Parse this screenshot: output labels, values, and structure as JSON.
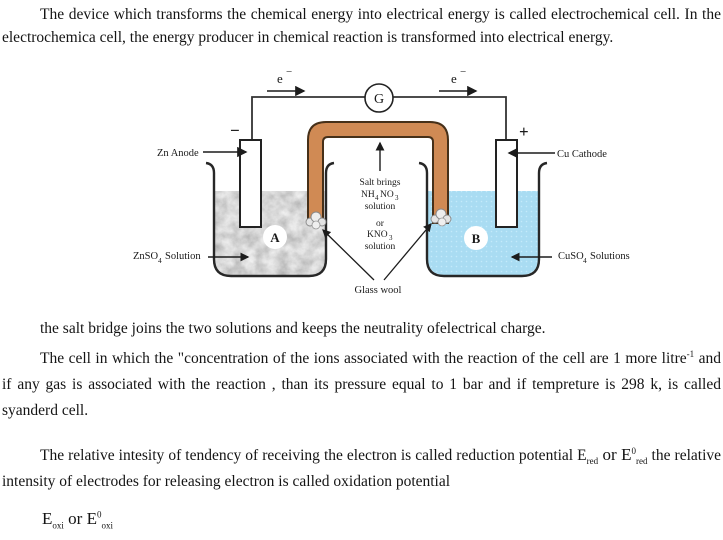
{
  "colors": {
    "salt_bridge": "#d08a54",
    "znso4_solution": "#c6c6c6",
    "cuso4_solution": "#a9dcf2"
  },
  "paragraphs": {
    "intro": "The device which transforms the chemical energy into electrical energy is called electrochemical cell. In the electrochemica cell, the energy producer in chemical reaction is transformed into electrical energy.",
    "salt_bridge_note": "the salt bridge joins the two solutions and keeps the neutrality ofelectrical charge.",
    "standard_cell": {
      "part1": "The cell in which the \"concentration of the ions associated with the reaction of the cell are 1 more litre",
      "sup": "-1",
      "part2": " and if any gas is associated with the reaction , than its pressure equal to 1 bar and if tempreture is 298 k, is called syanderd cell."
    },
    "reduction": {
      "part1": "The relative intesity of tendency of receiving the electron is called reduction potential E",
      "sub1": "red",
      "part2": " or E",
      "sup1": "0",
      "sub2": "red",
      "part3": " the relative intensity of electrodes for releasing electron is called oxidation potential"
    },
    "oxidation": {
      "e1": "E",
      "sub1": "oxi",
      "mid": " or E",
      "sup1": "0",
      "sub2": "oxi"
    }
  },
  "diagram": {
    "galvanometer_label": "G",
    "electron_symbol": "e",
    "electron_charge": "−",
    "minus_terminal": "−",
    "plus_terminal": "+",
    "anode_label": "Zn Anode",
    "cathode_label": "Cu Cathode",
    "anode_solution": {
      "formula": "ZnSO",
      "sub": "4",
      "word": "Solution"
    },
    "cathode_solution": {
      "formula": "CuSO",
      "sub": "4",
      "word": "Solutions"
    },
    "bridge_text": {
      "line1": "Salt brings",
      "nh": "NH",
      "nh_sub": "4",
      "no": "NO",
      "no_sub": "3",
      "word1": "solution",
      "or": "or",
      "kno": "KNO",
      "kno_sub": "3",
      "word2": "solution"
    },
    "glass_wool_label": "Glass wool",
    "beaker_a": "A",
    "beaker_b": "B"
  }
}
